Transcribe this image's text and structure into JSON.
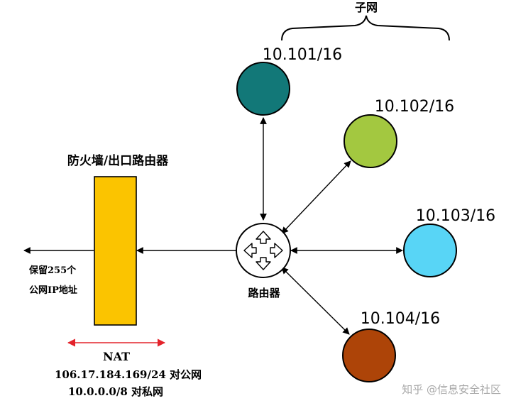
{
  "subnet_group_label": "子网",
  "subnets": [
    {
      "label": "10.101/16",
      "color": "#127878"
    },
    {
      "label": "10.102/16",
      "color": "#a3c840"
    },
    {
      "label": "10.103/16",
      "color": "#58d5f6"
    },
    {
      "label": "10.104/16",
      "color": "#ad4408"
    }
  ],
  "router_label": "路由器",
  "firewall": {
    "label": "防火墙/出口路由器",
    "color": "#fbc400",
    "reserved_line1": "保留255个",
    "reserved_line2": "公网IP地址"
  },
  "nat": {
    "label": "NAT",
    "arrow_color": "#e3232b",
    "public_line": "106.17.184.169/24 对公网",
    "private_line": "10.0.0.0/8 对私网"
  },
  "watermark": "知乎 @信息安全社区"
}
